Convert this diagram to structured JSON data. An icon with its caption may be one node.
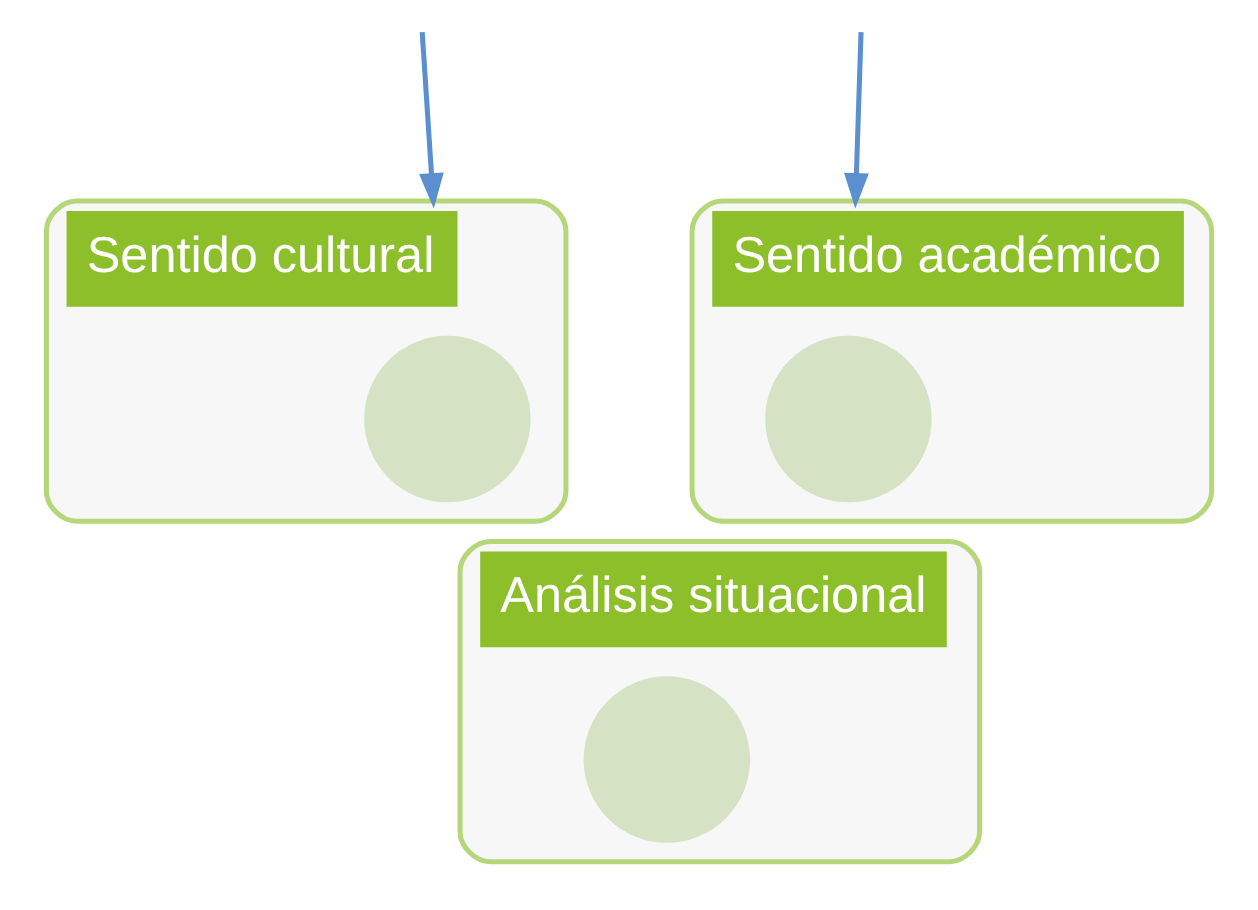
{
  "diagram": {
    "nodes": [
      {
        "text": [
          "Sentido cultural"
        ]
      },
      {
        "text": [],
        "shape": "circle",
        "in": 0
      },
      {
        "text": [
          "Sentido académico"
        ]
      },
      {
        "text": [],
        "shape": "circle",
        "in": 2
      },
      {
        "text": [
          "Análisis situacional"
        ]
      },
      {
        "text": [],
        "shape": "circle",
        "in": 4
      }
    ],
    "edges": [
      {
        "from": null,
        "to": 0,
        "arrow": "to",
        "color": "#5b8fd0"
      },
      {
        "from": null,
        "to": 2,
        "arrow": "to",
        "color": "#5b8fd0"
      }
    ]
  }
}
